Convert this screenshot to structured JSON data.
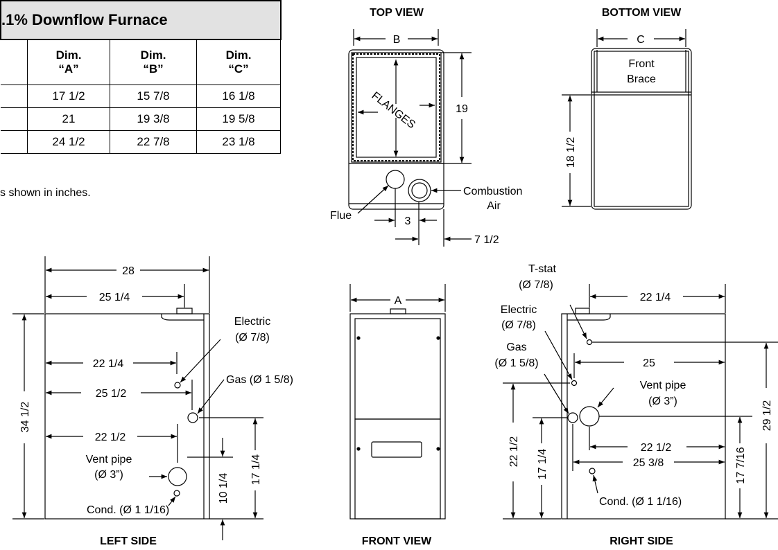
{
  "table": {
    "title": ".1% Downflow Furnace",
    "headers": [
      {
        "line1": "Dim.",
        "line2": "“A”"
      },
      {
        "line1": "Dim.",
        "line2": "“B”"
      },
      {
        "line1": "Dim.",
        "line2": "“C”"
      }
    ],
    "rows": [
      [
        "17 1/2",
        "15 7/8",
        "16 1/8"
      ],
      [
        "21",
        "19 3/8",
        "19 5/8"
      ],
      [
        "24 1/2",
        "22 7/8",
        "23 1/8"
      ]
    ],
    "note": "s shown in inches."
  },
  "views": {
    "top": "TOP VIEW",
    "bottom": "BOTTOM VIEW",
    "left": "LEFT SIDE",
    "front": "FRONT VIEW",
    "right": "RIGHT SIDE"
  },
  "top_view": {
    "b": "B",
    "flanges": "FLANGES",
    "dim19": "19",
    "flue": "Flue",
    "combustion1": "Combustion",
    "combustion2": "Air",
    "dim3": "3",
    "dim7_5": "7 1/2"
  },
  "bottom_view": {
    "c": "C",
    "front1": "Front",
    "front2": "Brace",
    "dim18_5": "18 1/2"
  },
  "left_side": {
    "dim28": "28",
    "dim25_25": "25 1/4",
    "dim34_5": "34 1/2",
    "dim22_25": "22 1/4",
    "dim25_5": "25 1/2",
    "dim22_5": "22 1/2",
    "electric1": "Electric",
    "electric2": "(Ø 7/8)",
    "gas": "Gas (Ø 1 5/8)",
    "vent1": "Vent pipe",
    "vent2": "(Ø 3”)",
    "cond": "Cond. (Ø 1 1/16)",
    "dim17_25": "17 1/4",
    "dim10_25": "10 1/4"
  },
  "front_view": {
    "a": "A"
  },
  "right_side": {
    "tstat1": "T-stat",
    "tstat2": "(Ø 7/8)",
    "electric1": "Electric",
    "electric2": "(Ø 7/8)",
    "gas1": "Gas",
    "gas2": "(Ø 1 5/8)",
    "dim22_25": "22 1/4",
    "dim25": "25",
    "vent1": "Vent pipe",
    "vent2": "(Ø 3”)",
    "dim22_5b": "22 1/2",
    "dim25_375": "25 3/8",
    "dim22_5": "22 1/2",
    "dim17_25": "17 1/4",
    "dim17_7_16": "17 7/16",
    "dim29_5": "29 1/2",
    "cond": "Cond. (Ø 1 1/16)"
  }
}
